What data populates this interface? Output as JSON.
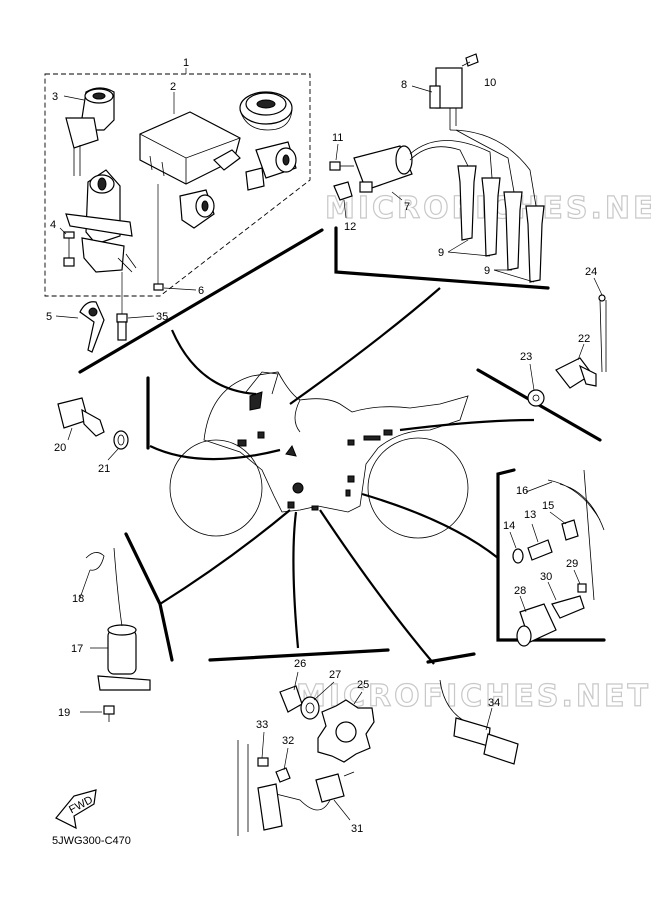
{
  "diagram_code": "5JWG300-C470",
  "fwd_label": "FWD",
  "watermarks": [
    "MICROFICHES.NET",
    "MICROFICHES.NET"
  ],
  "part_numbers": [
    "1",
    "2",
    "3",
    "4",
    "5",
    "6",
    "7",
    "8",
    "9",
    "9",
    "10",
    "11",
    "12",
    "13",
    "14",
    "15",
    "16",
    "17",
    "18",
    "19",
    "20",
    "21",
    "22",
    "23",
    "24",
    "25",
    "26",
    "27",
    "28",
    "29",
    "30",
    "31",
    "32",
    "33",
    "34",
    "35"
  ]
}
